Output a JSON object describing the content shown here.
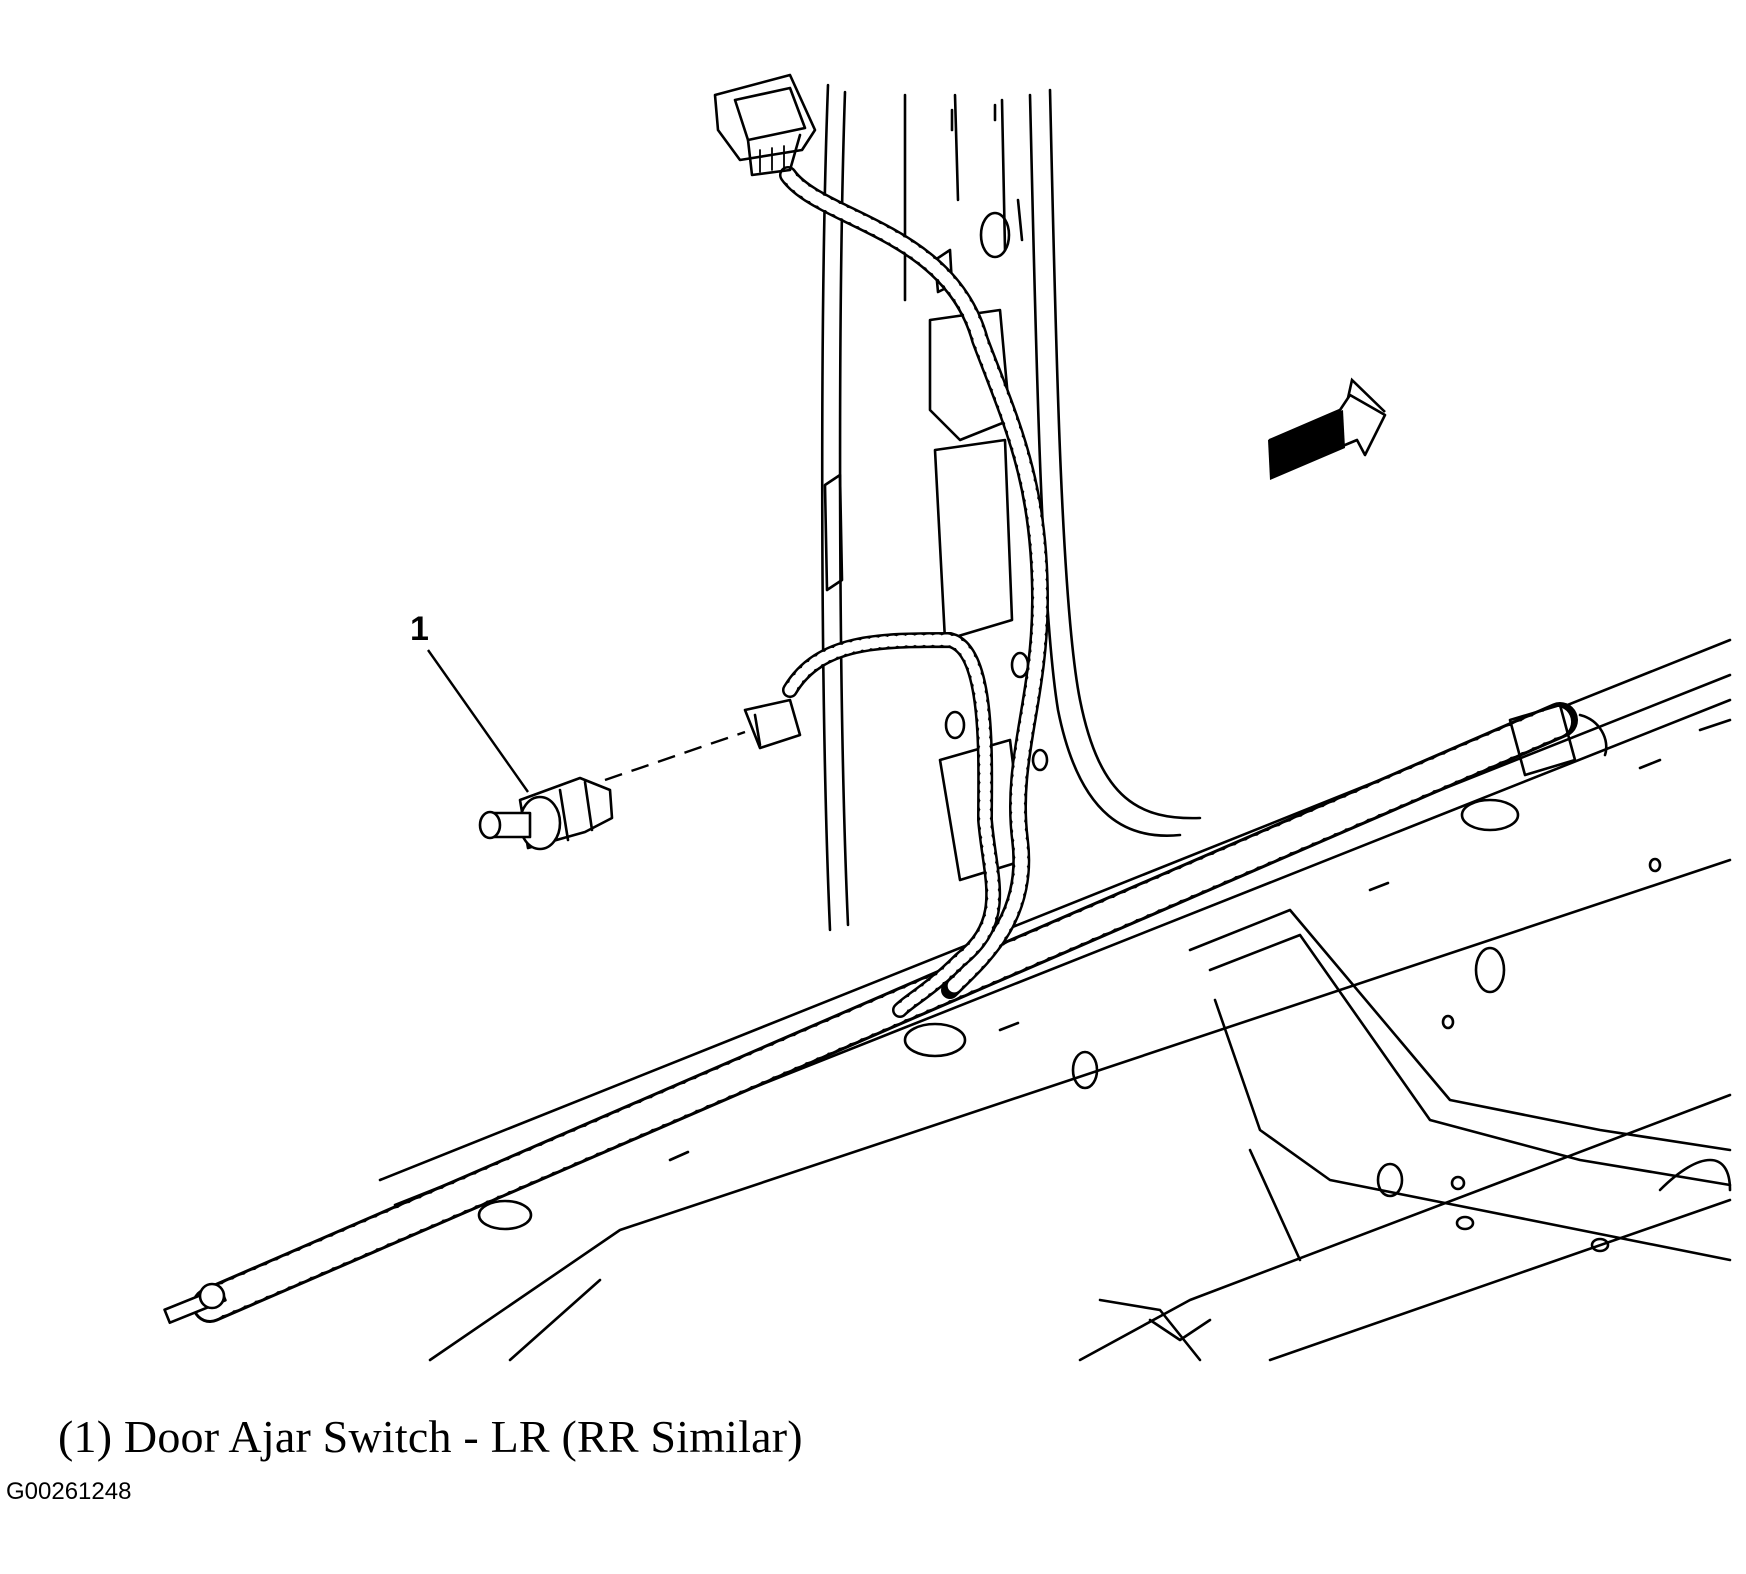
{
  "callout": {
    "number": "1"
  },
  "caption": "(1) Door Ajar Switch - LR (RR Similar)",
  "figure_id": "G00261248",
  "icons": {
    "arrow": "direction-arrow-icon",
    "switch": "door-ajar-switch-icon",
    "connector": "harness-connector-icon"
  }
}
